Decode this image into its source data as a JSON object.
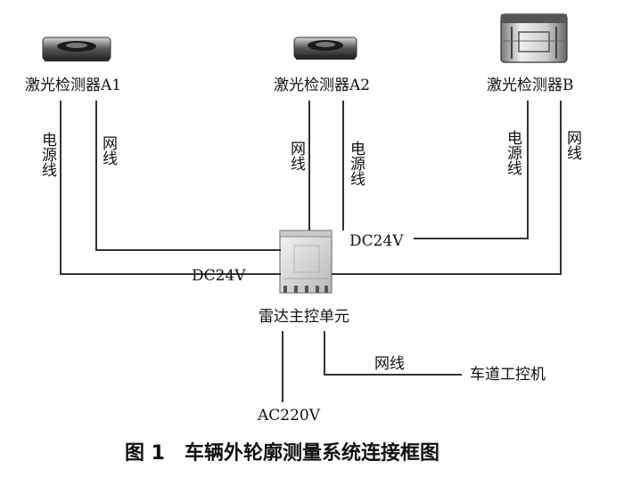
{
  "devices": {
    "a1_label": "激光检测器A1",
    "a2_label": "激光检测器A2",
    "b_label": "激光检测器B",
    "a1_icon": "laser-detector-icon",
    "a2_icon": "laser-detector-icon",
    "b_icon": "laser-detector-cylinder-icon",
    "control_icon": "control-cabinet-icon"
  },
  "wires": {
    "power_a1": "电源线",
    "net_a1": "网线",
    "net_a2": "网线",
    "power_a2": "电源线",
    "power_b": "电源线",
    "net_b": "网线",
    "dc_right": "DC24V",
    "dc_left": "DC24V",
    "net_lane": "网线",
    "ac": "AC220V"
  },
  "control_unit": "雷达主控单元",
  "lane_pc": "车道工控机",
  "caption": "图 1　车辆外轮廓测量系统连接框图",
  "colors": {
    "line": "#333333",
    "text": "#111111"
  }
}
